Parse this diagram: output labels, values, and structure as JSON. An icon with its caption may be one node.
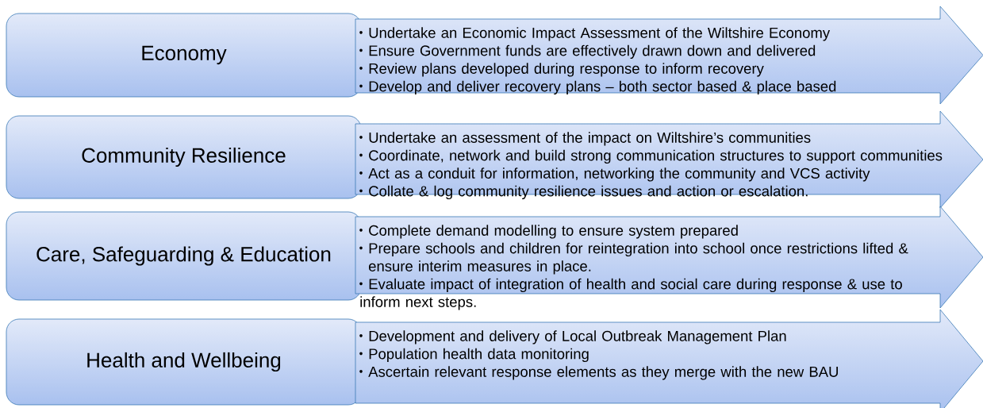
{
  "diagram": {
    "nodes": [
      {
        "text": [
          "Economy"
        ]
      },
      {
        "text": [
          "Undertake an Economic Impact Assessment of the Wiltshire Economy",
          "Ensure Government funds are effectively drawn down and delivered",
          "Review plans developed during response to inform recovery",
          "Develop and deliver recovery plans – both sector based & place based"
        ]
      },
      {
        "text": [
          "Community Resilience"
        ]
      },
      {
        "text": [
          "Undertake  an assessment of the impact on Wiltshire’s communities",
          "Coordinate, network and build strong communication structures to support communities",
          "Act as a conduit for information, networking the community and VCS activity",
          "Collate & log community resilience issues and action or escalation."
        ]
      },
      {
        "text": [
          "Care, Safeguarding & Education"
        ]
      },
      {
        "text": [
          "Complete demand modelling to ensure system prepared",
          "Prepare schools and children for reintegration into school once restrictions lifted & ensure interim measures in place.",
          "Evaluate impact of integration of health and social care during response & use to inform next steps."
        ]
      },
      {
        "text": [
          "Health and Wellbeing"
        ]
      },
      {
        "text": [
          "Development and delivery of Local Outbreak Management Plan",
          "Population health data monitoring",
          "Ascertain relevant response elements as they merge with the new BAU"
        ]
      }
    ]
  }
}
